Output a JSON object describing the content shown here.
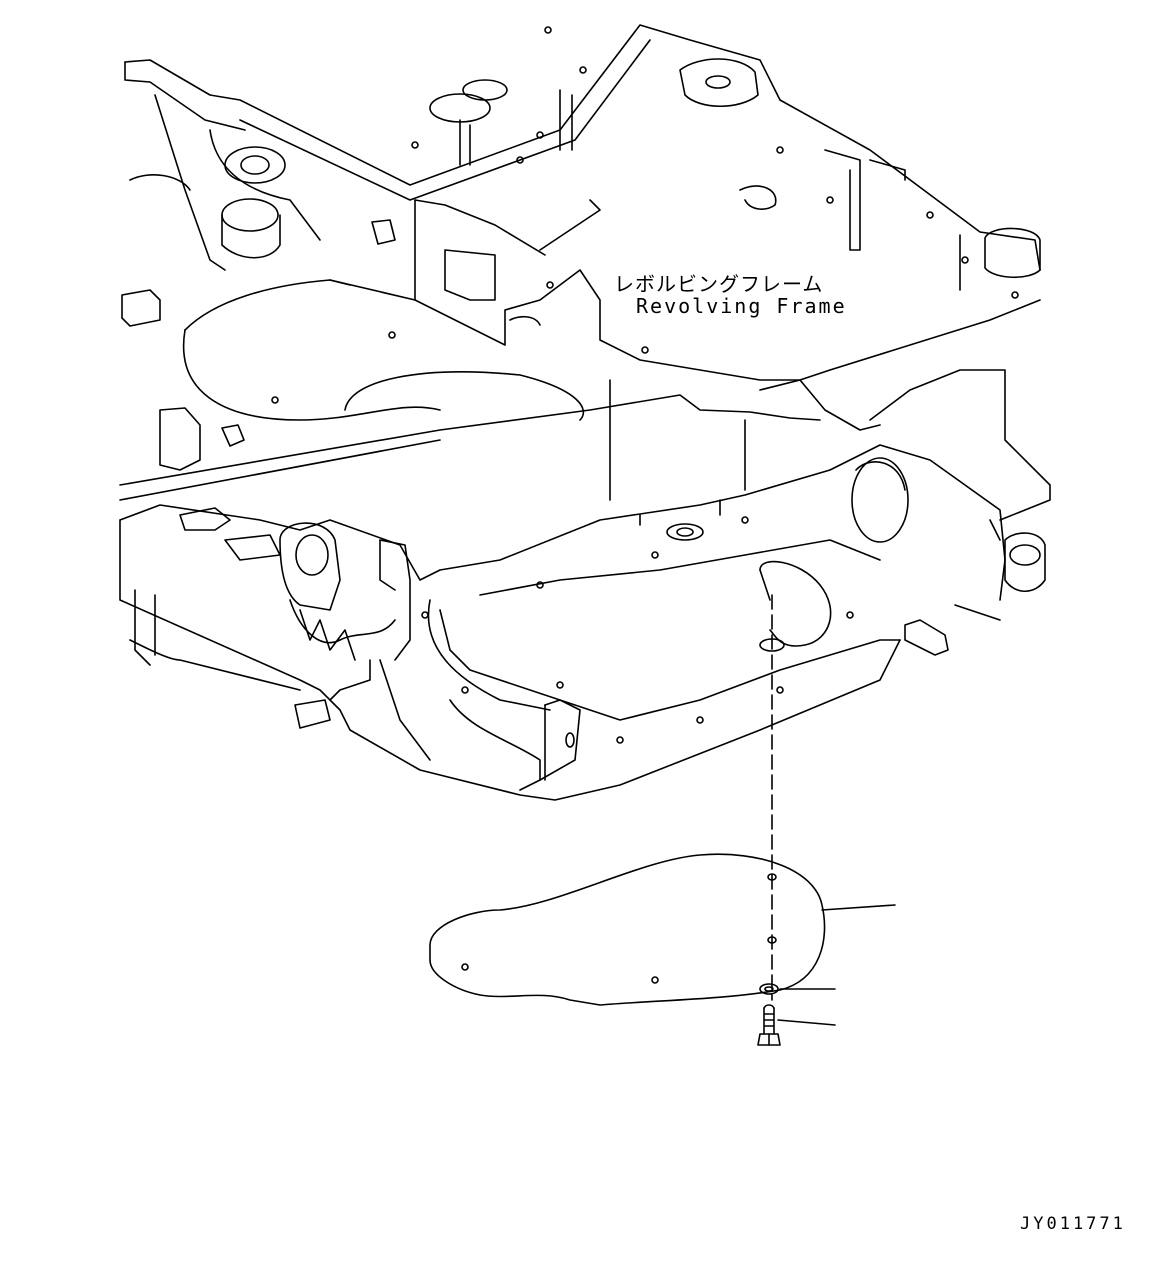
{
  "labels": {
    "frame_jp": "レボルビングフレーム",
    "frame_en": "Revolving Frame",
    "drawing_code": "JY011771"
  },
  "colors": {
    "line": "#000000",
    "background": "#ffffff"
  }
}
